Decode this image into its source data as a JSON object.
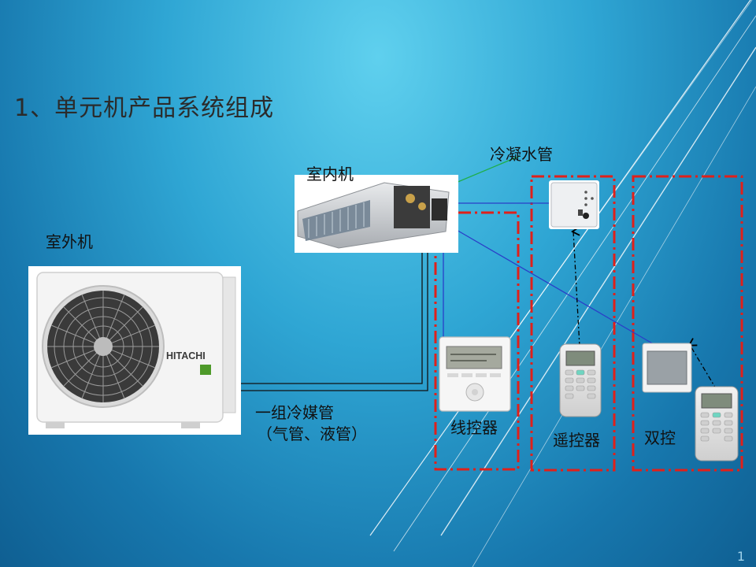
{
  "slide": {
    "title": "1、单元机产品系统组成",
    "page_number": "1"
  },
  "labels": {
    "indoor_unit": "室内机",
    "outdoor_unit": "室外机",
    "condensate_pipe": "冷凝水管",
    "refrigerant_pipe_line1": "一组冷媒管",
    "refrigerant_pipe_line2": "（气管、液管）",
    "wired_controller": "线控器",
    "remote_controller": "遥控器",
    "dual_control": "双控"
  },
  "brand": {
    "logo_text": "HITACHI"
  },
  "colors": {
    "background_light": "#5fd0ee",
    "background_dark": "#0f5f92",
    "dashed_box": "#e0201a",
    "signal_wire": "#2a3fc8",
    "condensate_line": "#1fae4a",
    "refrigerant_line": "#111111"
  }
}
